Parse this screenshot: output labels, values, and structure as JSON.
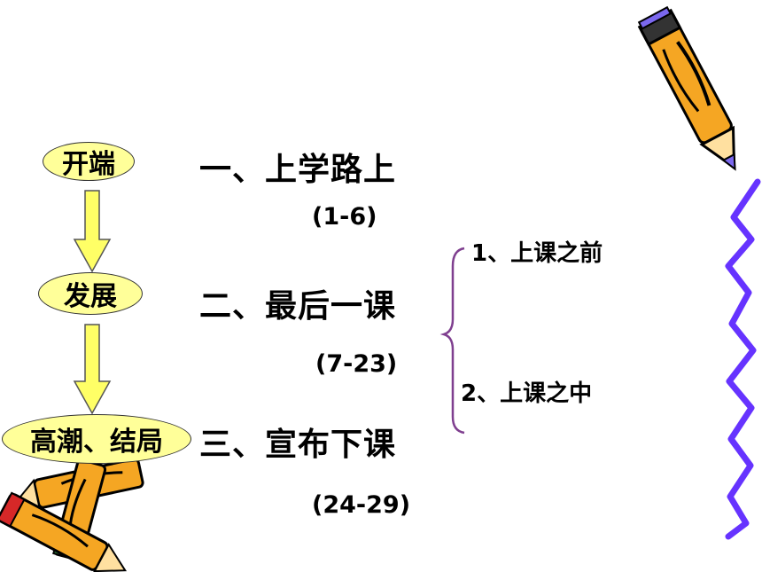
{
  "colors": {
    "oval_fill": "#ffff99",
    "arrow_fill": "#ffff66",
    "brace": "#7f3f8f",
    "squiggle": "#6633ff",
    "pencil_body": "#f5a623",
    "pencil_tip": "#7b68ee"
  },
  "stages": [
    {
      "label": "开端"
    },
    {
      "label": "发展"
    },
    {
      "label": "高潮、结局"
    }
  ],
  "sections": [
    {
      "title": "一、上学路上",
      "range": "(1-6)"
    },
    {
      "title": "二、最后一课",
      "range": "(7-23)"
    },
    {
      "title": "三、宣布下课",
      "range": "(24-29)"
    }
  ],
  "subsections": [
    {
      "label": "1、上课之前"
    },
    {
      "label": "2、上课之中"
    }
  ],
  "icons": [
    "pencil-icon",
    "pencil-icon",
    "squiggle-line-icon"
  ]
}
